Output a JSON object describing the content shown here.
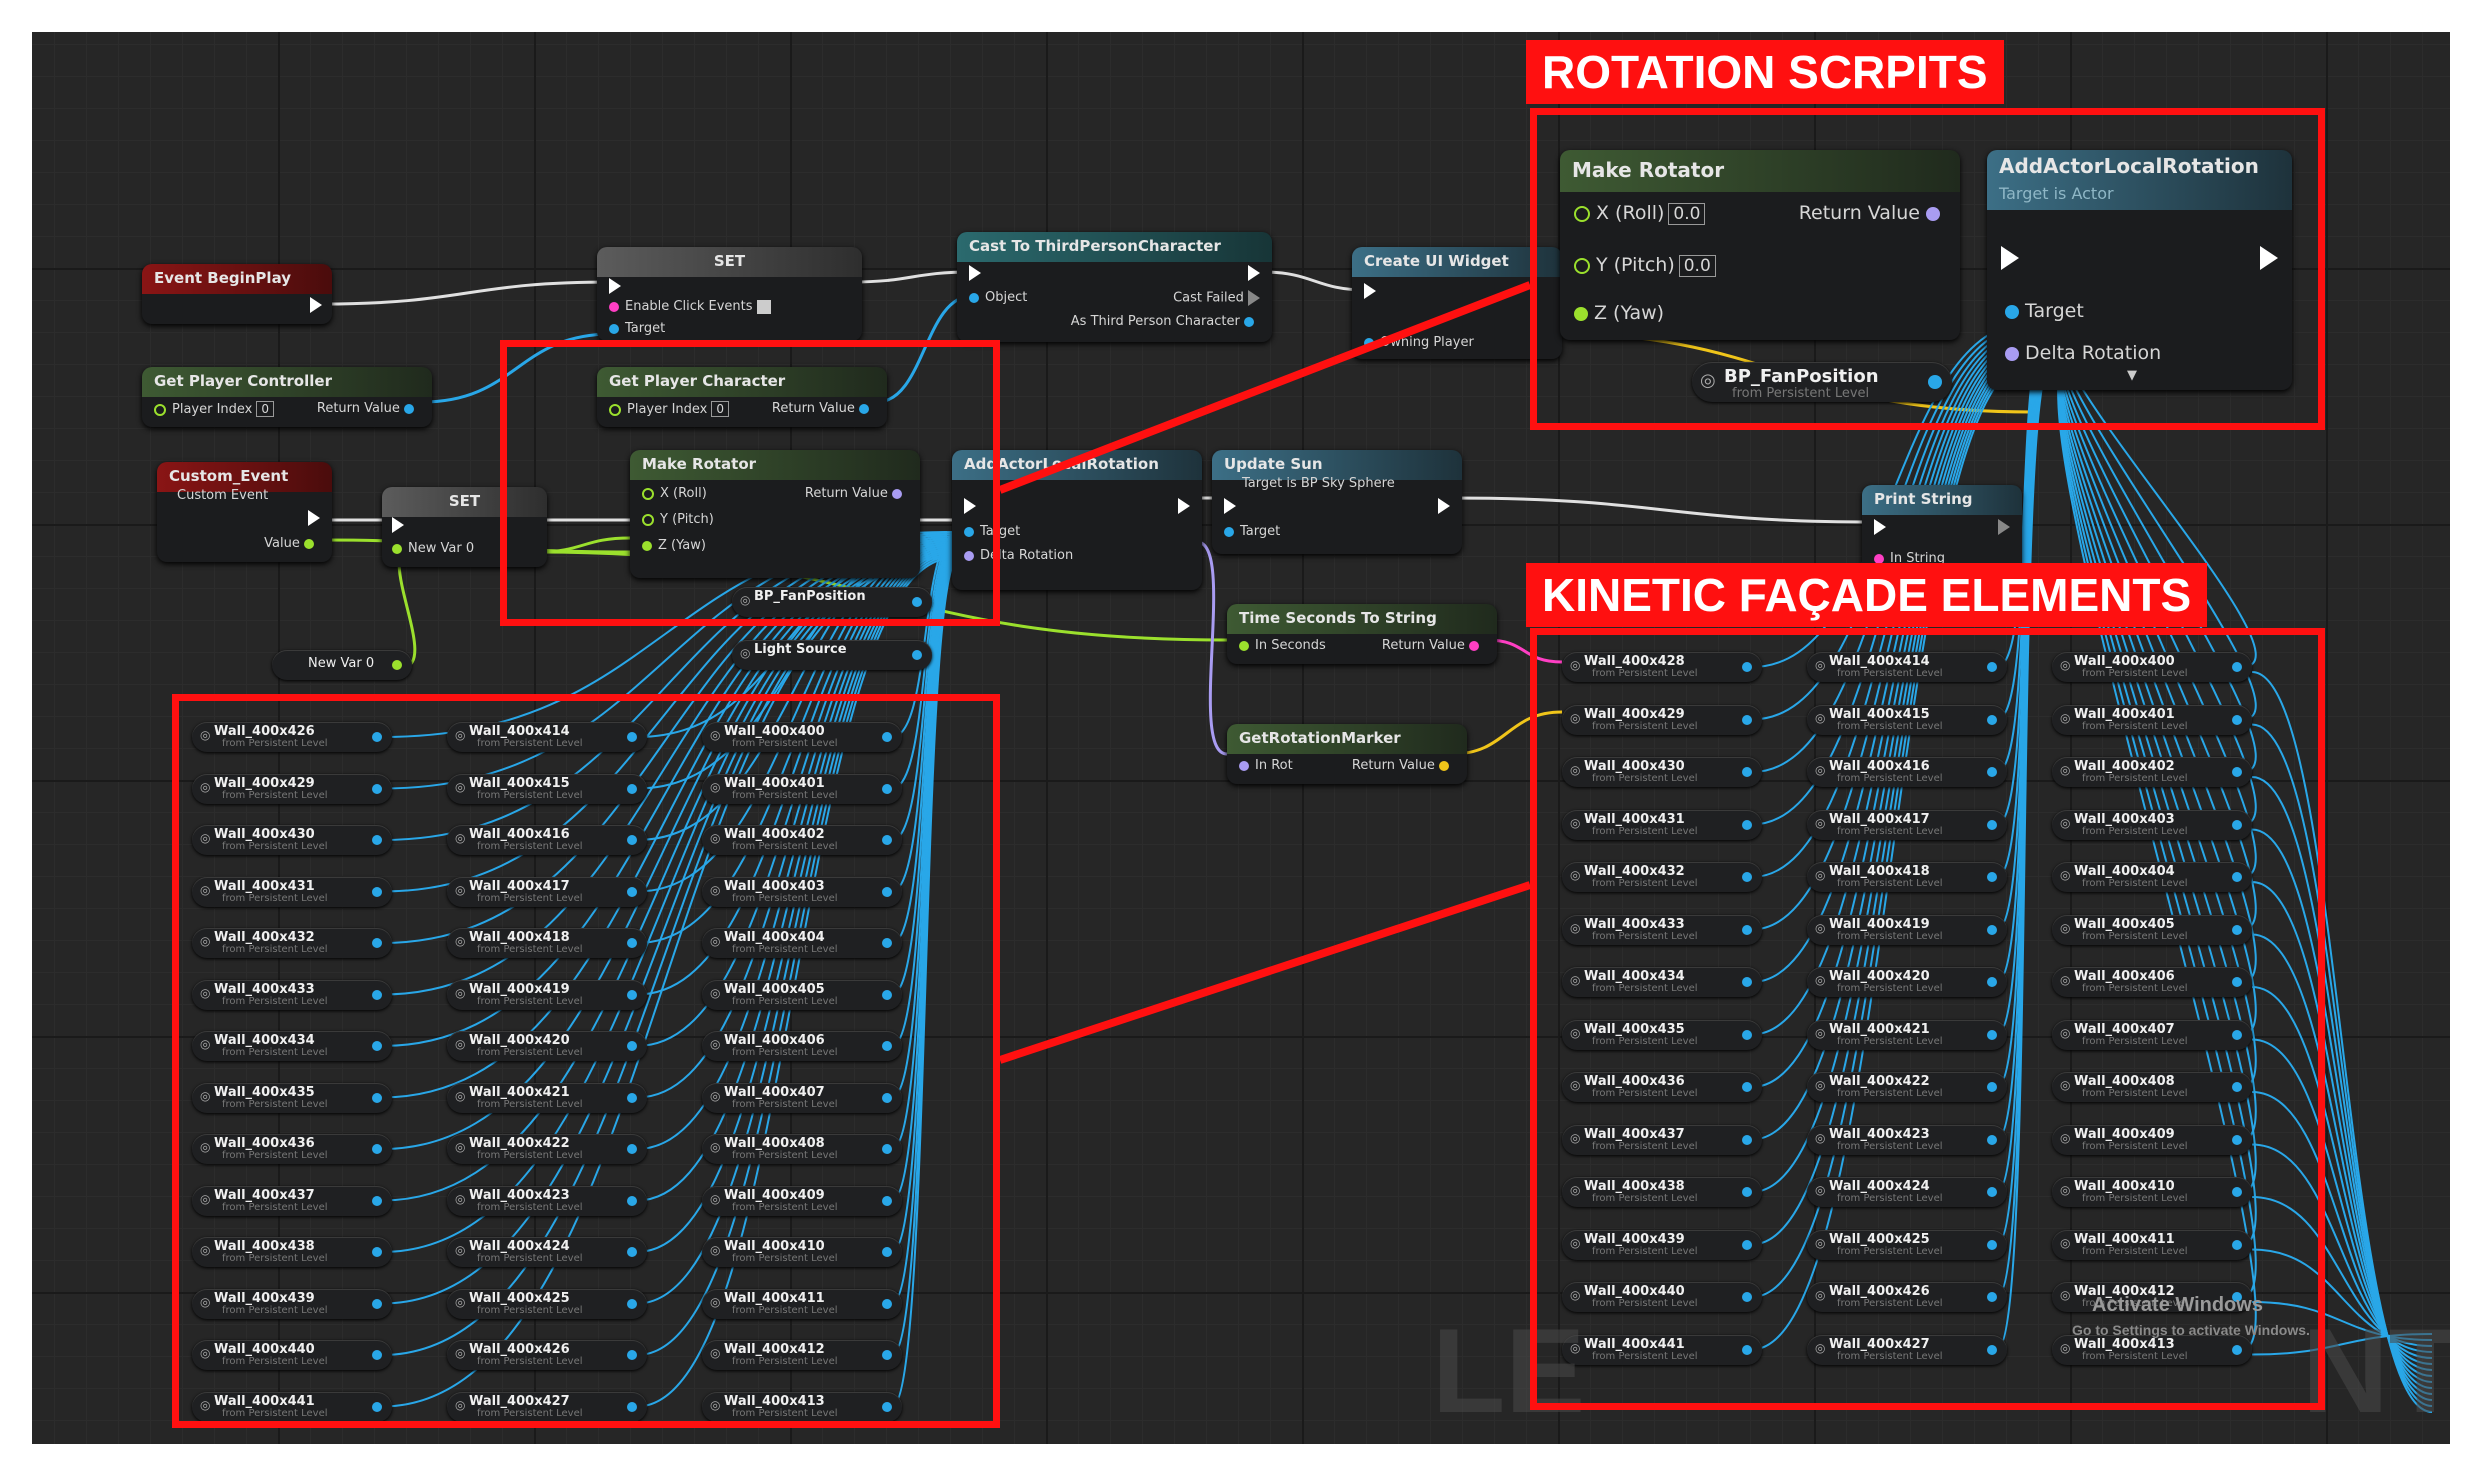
{
  "annotations": {
    "rotation_title": "ROTATION SCRPITS",
    "kinetic_title": "KINETIC FAÇADE ELEMENTS"
  },
  "nodes": {
    "event_beginplay": {
      "title": "Event BeginPlay"
    },
    "set_top": {
      "title": "SET",
      "row1": "Enable Click Events",
      "row2": "Target"
    },
    "get_player_controller": {
      "title": "Get Player Controller",
      "in": "Player Index",
      "in_val": "0",
      "out": "Return Value"
    },
    "cast": {
      "title": "Cast To ThirdPersonCharacter",
      "in1": "Object",
      "out1": "Cast Failed",
      "out2": "As Third Person Character"
    },
    "create_widget": {
      "title": "Create UI Widget",
      "in": "Owning Player"
    },
    "get_player_character": {
      "title": "Get Player Character",
      "in": "Player Index",
      "in_val": "0",
      "out": "Return Value"
    },
    "make_rotator_big": {
      "title": "Make Rotator",
      "x": "X (Roll)",
      "x_val": "0.0",
      "y": "Y (Pitch)",
      "y_val": "0.0",
      "z": "Z (Yaw)",
      "out": "Return Value"
    },
    "add_rotation_big": {
      "title": "AddActorLocalRotation",
      "subtitle": "Target is Actor",
      "in1": "Target",
      "in2": "Delta Rotation"
    },
    "bp_fan_big": {
      "title": "BP_FanPosition",
      "subtitle": "from Persistent Level"
    },
    "event_custom": {
      "title": "Custom_Event",
      "subtitle": "Custom Event",
      "out": "Value"
    },
    "set_mid": {
      "title": "SET",
      "in": "New Var 0"
    },
    "make_rotator_small": {
      "title": "Make Rotator",
      "x": "X (Roll)",
      "y": "Y (Pitch)",
      "z": "Z (Yaw)",
      "out": "Return Value"
    },
    "add_rotation_small": {
      "title": "AddActorLocalRotation",
      "in1": "Target",
      "in2": "Delta Rotation"
    },
    "update_sun": {
      "title": "Update Sun",
      "subtitle": "Target is BP Sky Sphere",
      "in": "Target"
    },
    "print_string": {
      "title": "Print String",
      "in": "In String"
    },
    "new_var": {
      "title": "New Var 0"
    },
    "bp_fan_small": {
      "title": "BP_FanPosition"
    },
    "light_source": {
      "title": "Light Source"
    },
    "time_to_string": {
      "title": "Time Seconds To String",
      "in": "In Seconds",
      "out": "Return Value"
    },
    "get_rotation_marker": {
      "title": "GetRotationMarker",
      "in": "In Rot",
      "out": "Return Value"
    }
  },
  "wall_subtitle": "from Persistent Level",
  "left_walls": [
    [
      "Wall_400x426",
      "Wall_400x429",
      "Wall_400x430",
      "Wall_400x431",
      "Wall_400x432",
      "Wall_400x433",
      "Wall_400x434",
      "Wall_400x435",
      "Wall_400x436",
      "Wall_400x437",
      "Wall_400x438",
      "Wall_400x439",
      "Wall_400x440",
      "Wall_400x441"
    ],
    [
      "Wall_400x414",
      "Wall_400x415",
      "Wall_400x416",
      "Wall_400x417",
      "Wall_400x418",
      "Wall_400x419",
      "Wall_400x420",
      "Wall_400x421",
      "Wall_400x422",
      "Wall_400x423",
      "Wall_400x424",
      "Wall_400x425",
      "Wall_400x426",
      "Wall_400x427"
    ],
    [
      "Wall_400x400",
      "Wall_400x401",
      "Wall_400x402",
      "Wall_400x403",
      "Wall_400x404",
      "Wall_400x405",
      "Wall_400x406",
      "Wall_400x407",
      "Wall_400x408",
      "Wall_400x409",
      "Wall_400x410",
      "Wall_400x411",
      "Wall_400x412",
      "Wall_400x413"
    ]
  ],
  "right_walls": [
    [
      "Wall_400x428",
      "Wall_400x429",
      "Wall_400x430",
      "Wall_400x431",
      "Wall_400x432",
      "Wall_400x433",
      "Wall_400x434",
      "Wall_400x435",
      "Wall_400x436",
      "Wall_400x437",
      "Wall_400x438",
      "Wall_400x439",
      "Wall_400x440",
      "Wall_400x441"
    ],
    [
      "Wall_400x414",
      "Wall_400x415",
      "Wall_400x416",
      "Wall_400x417",
      "Wall_400x418",
      "Wall_400x419",
      "Wall_400x420",
      "Wall_400x421",
      "Wall_400x422",
      "Wall_400x423",
      "Wall_400x424",
      "Wall_400x425",
      "Wall_400x426",
      "Wall_400x427"
    ],
    [
      "Wall_400x400",
      "Wall_400x401",
      "Wall_400x402",
      "Wall_400x403",
      "Wall_400x404",
      "Wall_400x405",
      "Wall_400x406",
      "Wall_400x407",
      "Wall_400x408",
      "Wall_400x409",
      "Wall_400x410",
      "Wall_400x411",
      "Wall_400x412",
      "Wall_400x413"
    ]
  ],
  "watermark": {
    "left": "LE",
    "right": "NT",
    "windows": "Activate Windows",
    "windows_sub": "Go to Settings to activate Windows."
  },
  "colors": {
    "highlight": "#ff1010",
    "wire_blue": "#29a7e8",
    "wire_green": "#9be02d",
    "wire_exec": "#e0e0e0",
    "wire_purple": "#a99cf2",
    "wire_yellow": "#f0c51a",
    "graph_bg": "#262626"
  }
}
